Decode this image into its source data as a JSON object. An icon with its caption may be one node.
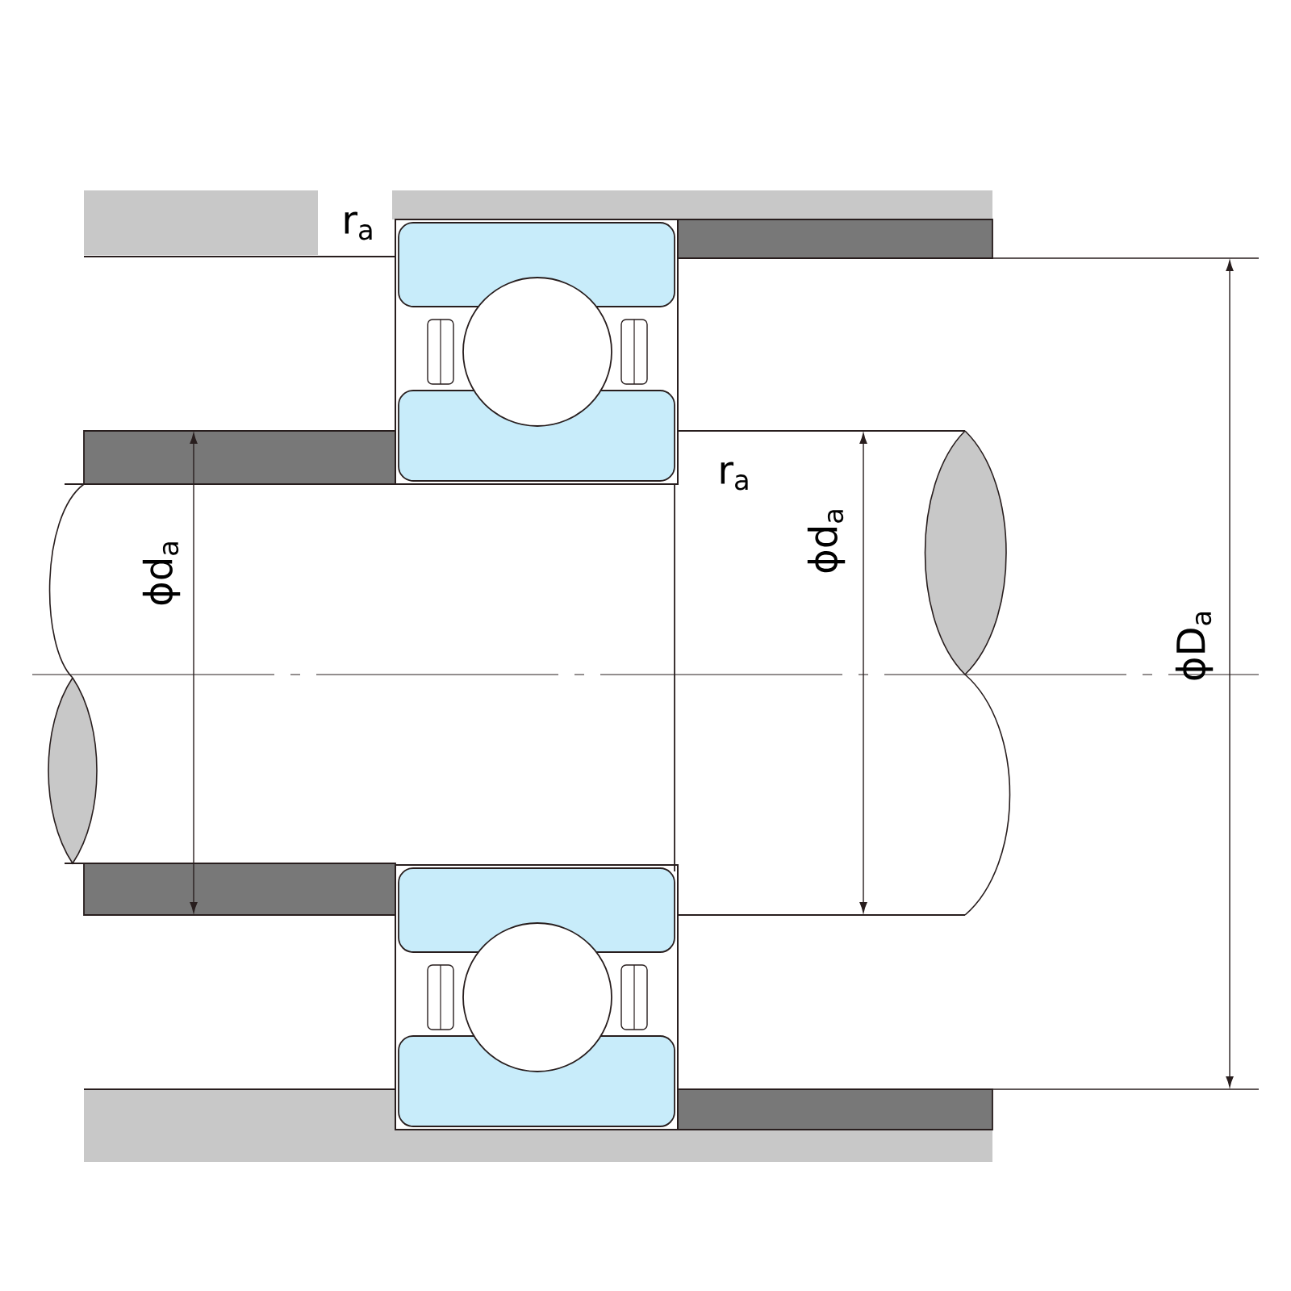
{
  "diagram": {
    "labels": [
      "r$_{a}$",
      "r$_{a}$",
      "ϕd$_{a}$",
      "ϕd$_{a}$",
      "ϕD$_{a}$"
    ]
  }
}
